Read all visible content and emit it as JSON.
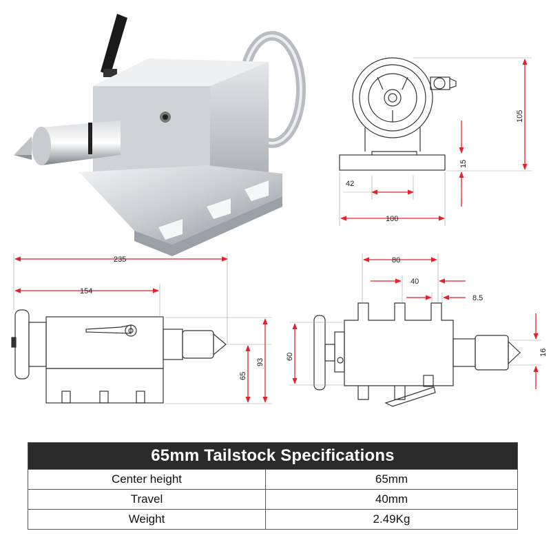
{
  "dimensions": {
    "front": {
      "d42": "42",
      "d100": "100",
      "d15": "15",
      "d105": "105"
    },
    "side": {
      "d235": "235",
      "d154": "154",
      "d65": "65",
      "d93": "93"
    },
    "top": {
      "d80": "80",
      "d40": "40",
      "d8_5": "8.5",
      "d60": "60",
      "d16": "16"
    }
  },
  "table": {
    "title": "65mm Tailstock Specifications",
    "rows": [
      {
        "label": "Center height",
        "value": "65mm"
      },
      {
        "label": "Travel",
        "value": "40mm"
      },
      {
        "label": "Weight",
        "value": "2.49Kg"
      }
    ]
  },
  "colors": {
    "dimension": "#e8202a",
    "drawing": "#333333",
    "table_header": "#2a2a2a"
  }
}
